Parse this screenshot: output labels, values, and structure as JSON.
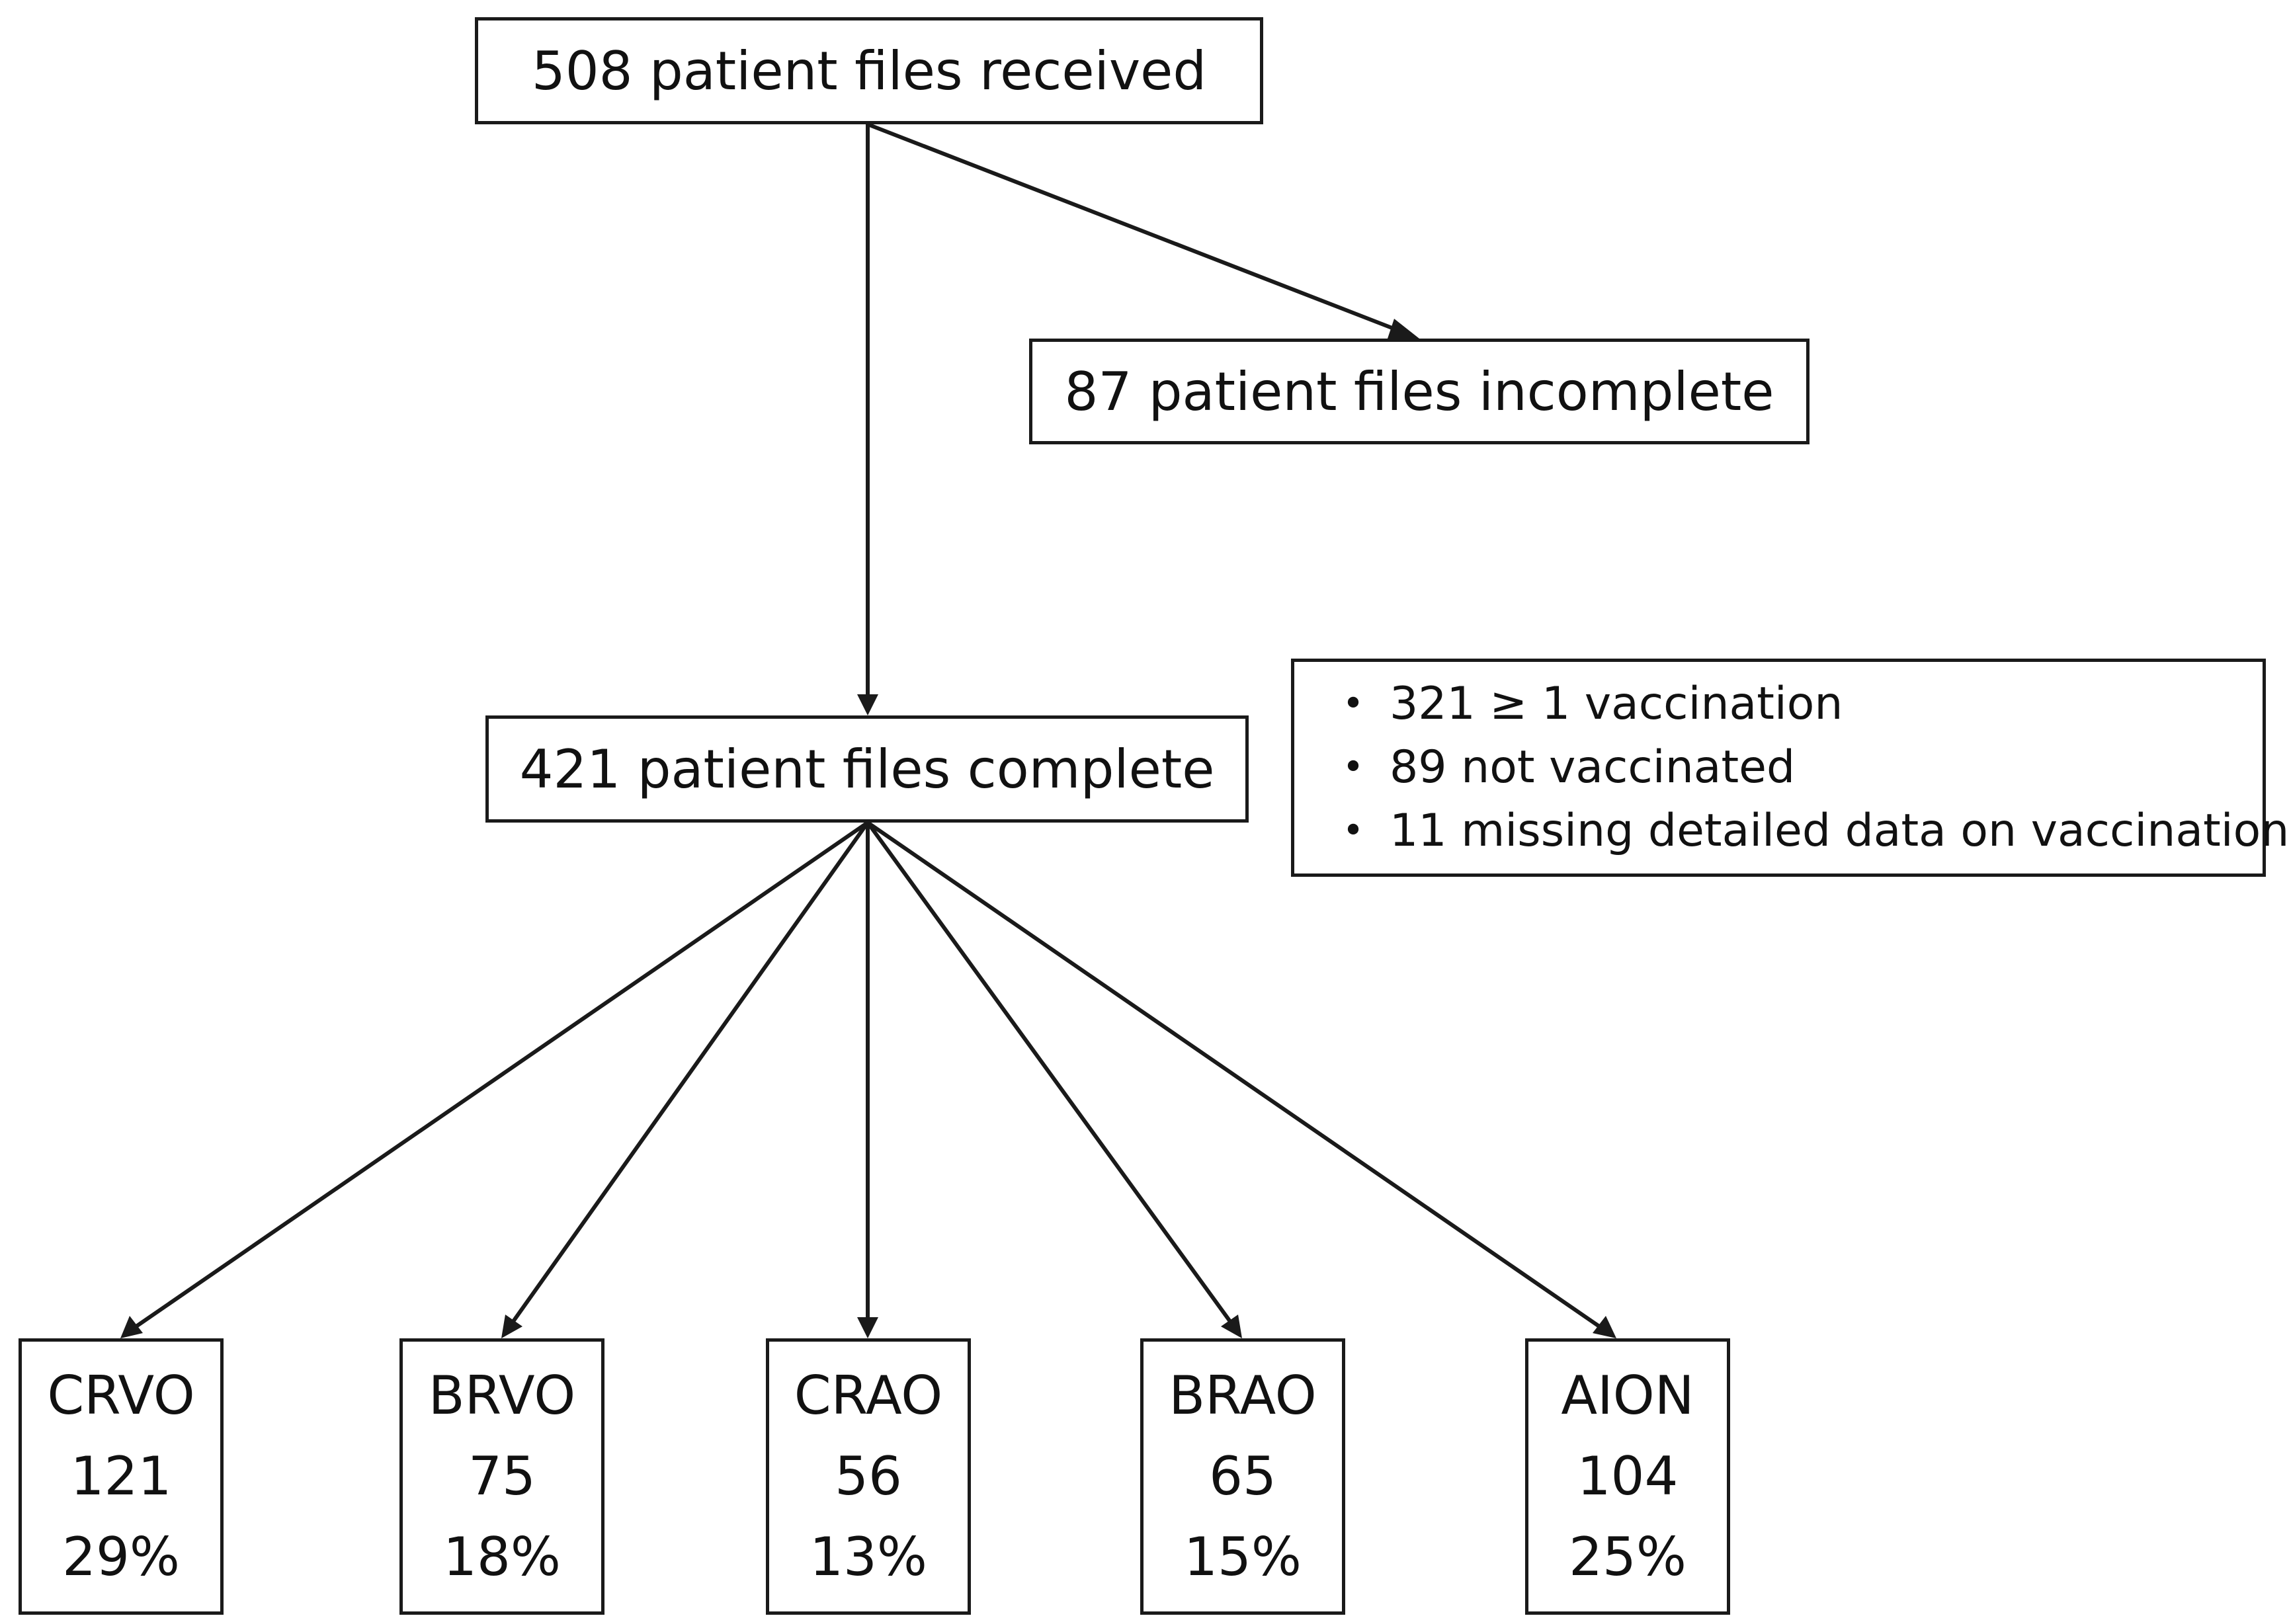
{
  "flow": {
    "received": "508 patient files received",
    "incomplete": "87 patient files incomplete",
    "complete": "421 patient files complete"
  },
  "vaccination": {
    "bullet": "•",
    "items": [
      "321 ≥ 1 vaccination",
      "89 not vaccinated",
      "11 missing detailed data on vaccination"
    ]
  },
  "categories": [
    {
      "name": "CRVO",
      "count": "121",
      "percent": "29%"
    },
    {
      "name": "BRVO",
      "count": "75",
      "percent": "18%"
    },
    {
      "name": "CRAO",
      "count": "56",
      "percent": "13%"
    },
    {
      "name": "BRAO",
      "count": "65",
      "percent": "15%"
    },
    {
      "name": "AION",
      "count": "104",
      "percent": "25%"
    }
  ],
  "colors": {
    "line": "#1a1a1a",
    "background": "#ffffff"
  }
}
